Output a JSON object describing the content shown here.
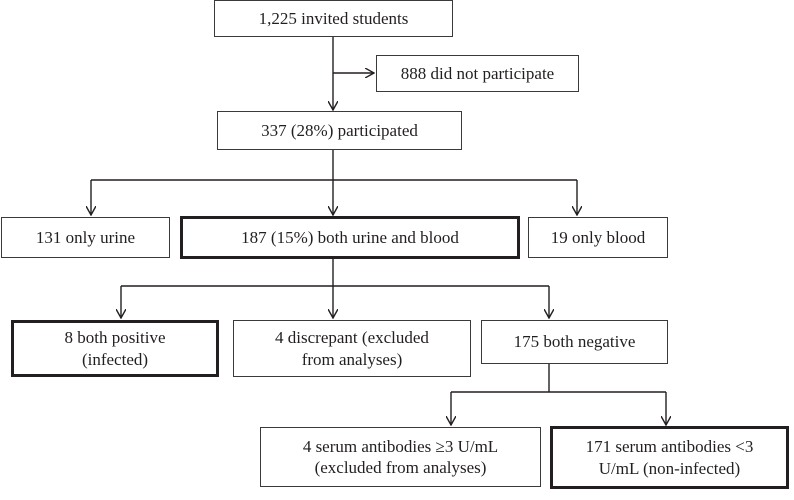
{
  "flowchart": {
    "invited": "1,225 invited students",
    "not_participated": "888 did not participate",
    "participated": "337 (28%) participated",
    "only_urine": "131 only urine",
    "both_urine_blood": "187 (15%) both urine and blood",
    "only_blood": "19 only blood",
    "both_positive": "8 both positive\n(infected)",
    "discrepant": "4 discrepant    (excluded\nfrom analyses)",
    "both_negative": "175 both negative",
    "antibodies_high": "4 serum antibodies  ≥3 U/mL\n(excluded  from analyses)",
    "antibodies_low": "171 serum antibodies <3\nU/mL  (non-infected)"
  },
  "colors": {
    "line": "#231f20",
    "border": "#3a3a3a"
  }
}
